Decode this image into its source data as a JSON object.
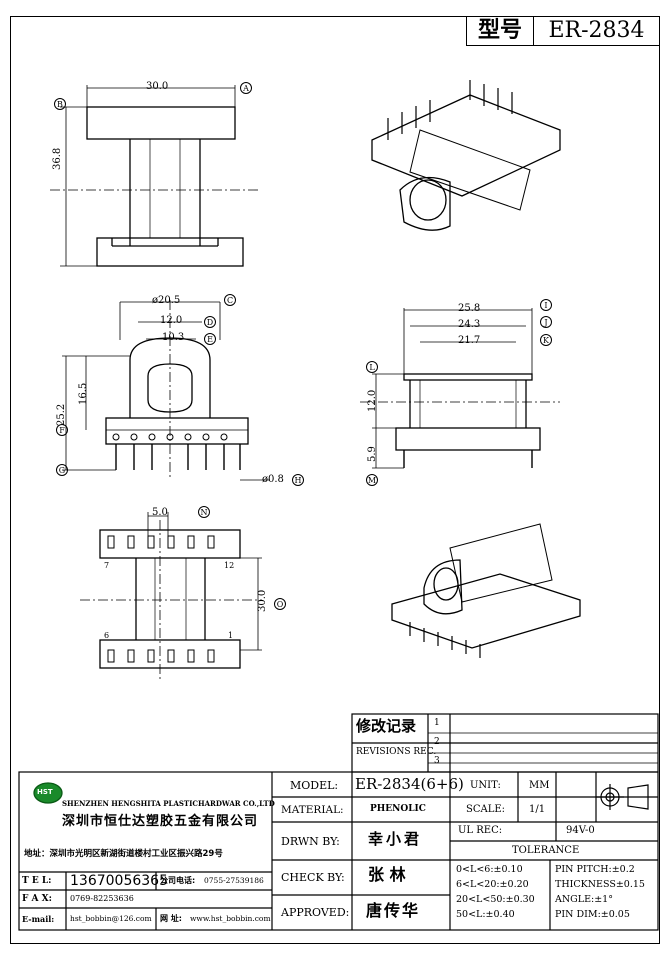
{
  "header": {
    "type_label": "型号",
    "part_no": "ER-2834"
  },
  "dims": {
    "top_width": "30.0",
    "top_height": "36.8",
    "d_c": "ø20.5",
    "d_d": "12.0",
    "d_e": "10.3",
    "h_g": "25.2",
    "h_f": "16.5",
    "pin": "ø0.8",
    "w_i": "25.8",
    "w_j": "24.3",
    "w_k": "21.7",
    "h_l": "12.0",
    "h_m": "5.9",
    "pitch_n": "5.0",
    "len_o": "30.0",
    "pin7": "7",
    "pin12": "12",
    "pin6": "6",
    "pin1": "1"
  },
  "markers": [
    "A",
    "B",
    "C",
    "D",
    "E",
    "F",
    "G",
    "H",
    "I",
    "J",
    "K",
    "L",
    "M",
    "N",
    "O"
  ],
  "revisions": {
    "cn": "修改记录",
    "en": "REVISIONS REC.",
    "nums": [
      "1",
      "2",
      "3"
    ]
  },
  "company": {
    "logo": "HST",
    "name_en": "SHENZHEN HENGSHITA PLASTICHARDWAR CO.,LTD",
    "name_cn": "深圳市恒仕达塑胶五金有限公司",
    "address": "地址：深圳市光明区新湖街道楼村工业区振兴路29号",
    "tel_label": "T E L:",
    "tel": "13670056365",
    "phone_label": "公司电话:",
    "phone": "0755-27539186",
    "fax_label": "F A X:",
    "fax": "0769-82253636",
    "email_label": "E-mail:",
    "email": "hst_bobbin@126.com",
    "web_label": "网 址:",
    "web": "www.hst_bobbin.com"
  },
  "titleblock": {
    "model_label": "MODEL:",
    "model": "ER-2834(6+6)",
    "unit_label": "UNIT:",
    "unit": "MM",
    "material_label": "MATERIAL:",
    "material": "PHENOLIC",
    "scale_label": "SCALE:",
    "scale": "1/1",
    "drawn_label": "DRWN BY:",
    "drawn": "幸小君",
    "ul_label": "UL REC:",
    "ul": "94V-0",
    "tolerance": "TOLERANCE",
    "check_label": "CHECK BY:",
    "check": "张 林",
    "approved_label": "APPROVED:",
    "approved": "唐传华",
    "tol_l": [
      "0<L<6:±0.10",
      "6<L<20:±0.20",
      "20<L<50:±0.30",
      "50<L:±0.40"
    ],
    "tol_r": [
      "PIN PITCH:±0.2",
      "THICKNESS±0.15",
      "ANGLE:±1°",
      "PIN DIM:±0.05"
    ]
  }
}
